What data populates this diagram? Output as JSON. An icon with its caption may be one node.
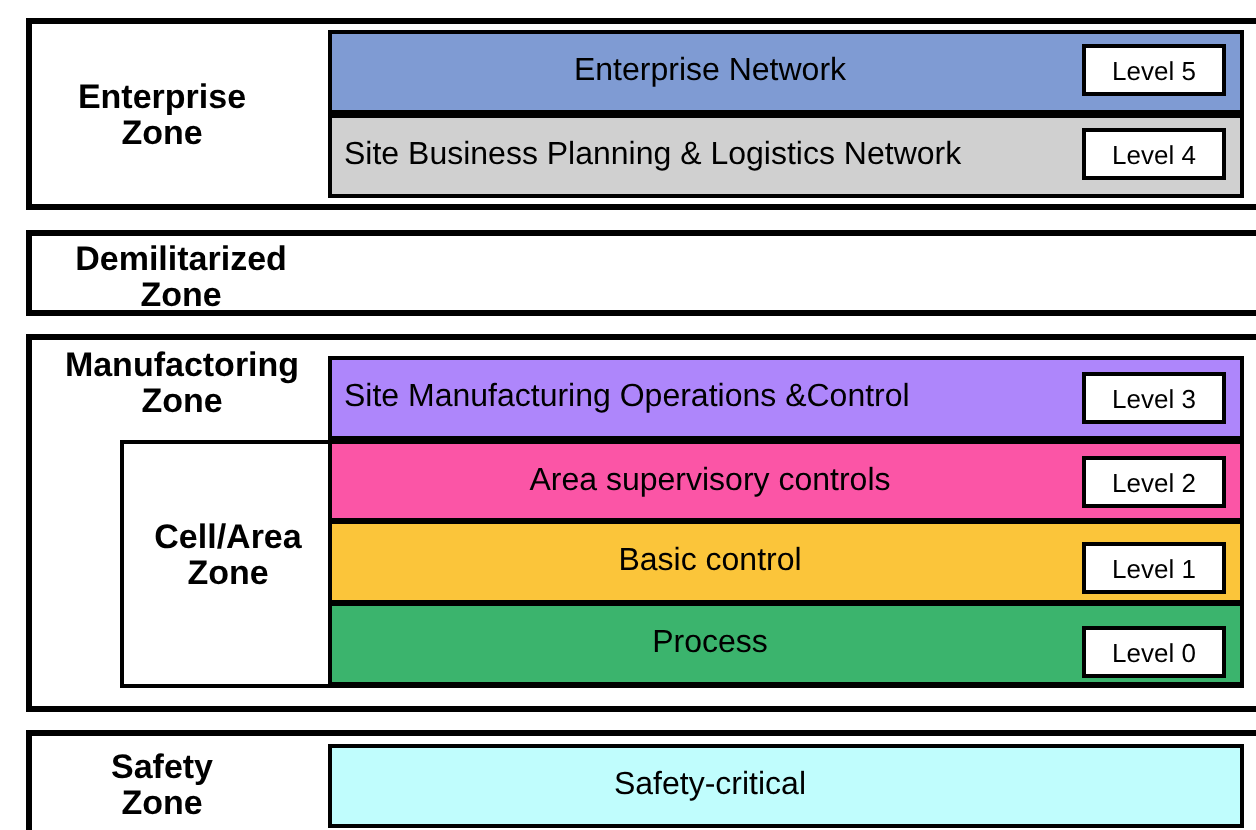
{
  "diagram": {
    "nodes": [
      {
        "text": [
          "Enterprise Zone"
        ]
      },
      {
        "text": [
          "Enterprise Network"
        ],
        "in": 0
      },
      {
        "text": [
          "Level 5"
        ],
        "in": 1
      },
      {
        "text": [
          "Site Business Planning & Logistics Network"
        ],
        "in": 0
      },
      {
        "text": [
          "Level 4"
        ],
        "in": 3
      },
      {
        "text": [
          "Demilitarized Zone"
        ]
      },
      {
        "text": [
          "Manufactoring Zone"
        ]
      },
      {
        "text": [
          "Site Manufacturing Operations &Control"
        ],
        "in": 6
      },
      {
        "text": [
          "Level 3"
        ],
        "in": 7
      },
      {
        "text": [
          "Cell/Area Zone"
        ],
        "in": 6
      },
      {
        "text": [
          "Area supervisory controls"
        ],
        "in": 9
      },
      {
        "text": [
          "Level 2"
        ],
        "in": 10
      },
      {
        "text": [
          "Basic control"
        ],
        "in": 9
      },
      {
        "text": [
          "Level 1"
        ],
        "in": 12
      },
      {
        "text": [
          "Process"
        ],
        "in": 9
      },
      {
        "text": [
          "Level 0"
        ],
        "in": 14
      },
      {
        "text": [
          "Safety Zone"
        ]
      },
      {
        "text": [
          "Safety-critical"
        ],
        "in": 16
      }
    ]
  }
}
